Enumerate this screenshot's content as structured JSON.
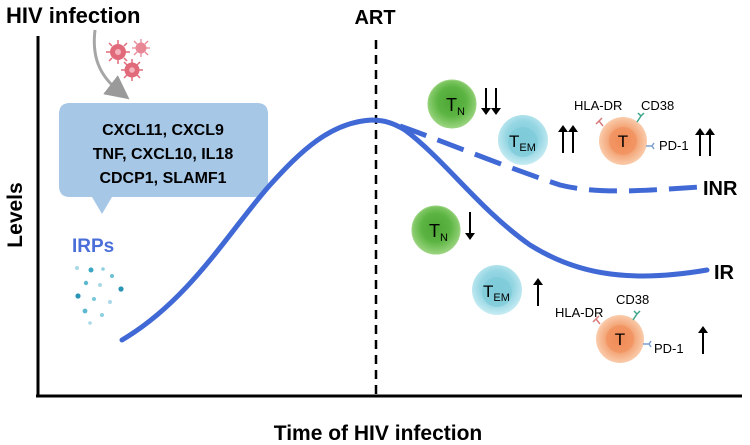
{
  "labels": {
    "hiv_infection": "HIV infection",
    "art": "ART",
    "y_axis": "Levels",
    "x_axis": "Time of HIV infection",
    "irps": "IRPs",
    "inr": "INR",
    "ir": "IR"
  },
  "callout": {
    "lines": [
      "CXCL11, CXCL9",
      "TNF, CXCL10, IL18",
      "CDCP1, SLAMF1"
    ],
    "color": "#a7c7e7"
  },
  "cells": {
    "tn_letter": "T",
    "tn_sub": "N",
    "tem_letter": "T",
    "tem_sub": "EM",
    "t_letter": "T",
    "hla_dr": "HLA-DR",
    "cd38": "CD38",
    "pd1": "PD-1"
  },
  "colors": {
    "curve": "#4169d6",
    "irps_text": "#4a6fd8",
    "tn_cell": "#6abf4b",
    "tem_cell": "#8fd3e0",
    "t_cell": "#f5b98a",
    "virus": "#e06a7a"
  }
}
